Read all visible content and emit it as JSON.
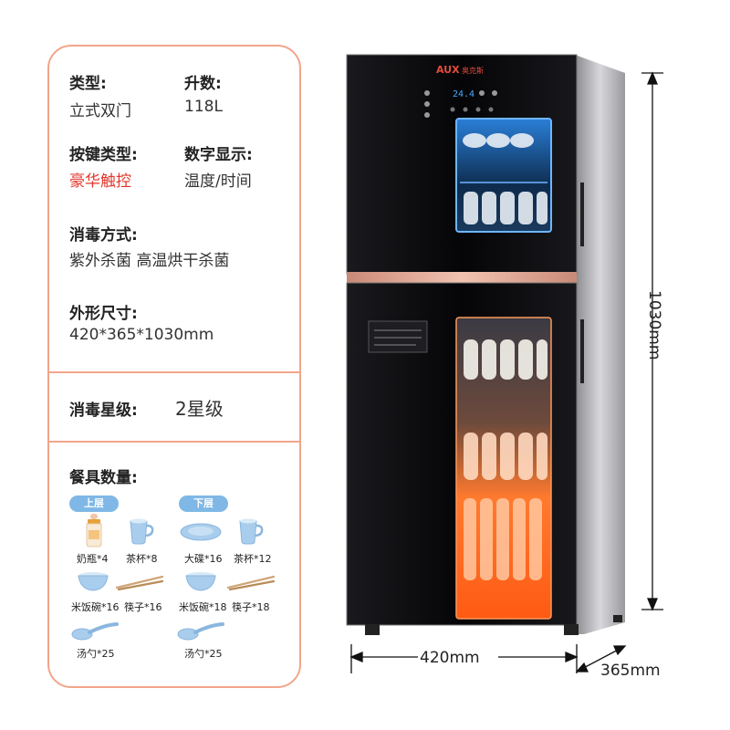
{
  "specs": {
    "type_label": "类型:",
    "type_value": "立式双门",
    "capacity_label": "升数:",
    "capacity_value": "118L",
    "key_type_label": "按键类型:",
    "key_type_value": "豪华触控",
    "display_label": "数字显示:",
    "display_value": "温度/时间",
    "disinfect_label": "消毒方式:",
    "disinfect_value": "紫外杀菌 高温烘干杀菌",
    "size_label": "外形尺寸:",
    "size_value": "420*365*1030mm",
    "grade_label": "消毒星级:",
    "grade_value": "2星级",
    "tableware_label": "餐具数量:"
  },
  "tableware": {
    "upper_label": "上层",
    "lower_label": "下层",
    "upper": [
      {
        "name": "奶瓶*4",
        "icon": "baby-bottle-icon"
      },
      {
        "name": "茶杯*8",
        "icon": "tea-cup-icon"
      },
      {
        "name": "米饭碗*16",
        "icon": "rice-bowl-icon"
      },
      {
        "name": "筷子*16",
        "icon": "chopsticks-icon"
      },
      {
        "name": "汤勺*25",
        "icon": "soup-spoon-icon"
      }
    ],
    "lower": [
      {
        "name": "大碟*16",
        "icon": "plate-icon"
      },
      {
        "name": "茶杯*12",
        "icon": "tea-cup-icon"
      },
      {
        "name": "米饭碗*18",
        "icon": "rice-bowl-icon"
      },
      {
        "name": "筷子*18",
        "icon": "chopsticks-icon"
      },
      {
        "name": "汤勺*25",
        "icon": "soup-spoon-icon"
      }
    ]
  },
  "product": {
    "brand": "AUX",
    "brand_cn": "奥克斯",
    "display_reading": "24.4",
    "height_dim": "1030mm",
    "width_dim": "420mm",
    "depth_dim": "365mm"
  },
  "colors": {
    "accent_border": "#f2a58b",
    "pill_blue": "#7fb8e6",
    "highlight_red": "#e2352a",
    "cabinet_black": "#0b0b0e",
    "rose_gold": "#d9a28e",
    "uv_blue": "#3fa8ff",
    "heat_orange": "#ff7a2e"
  }
}
